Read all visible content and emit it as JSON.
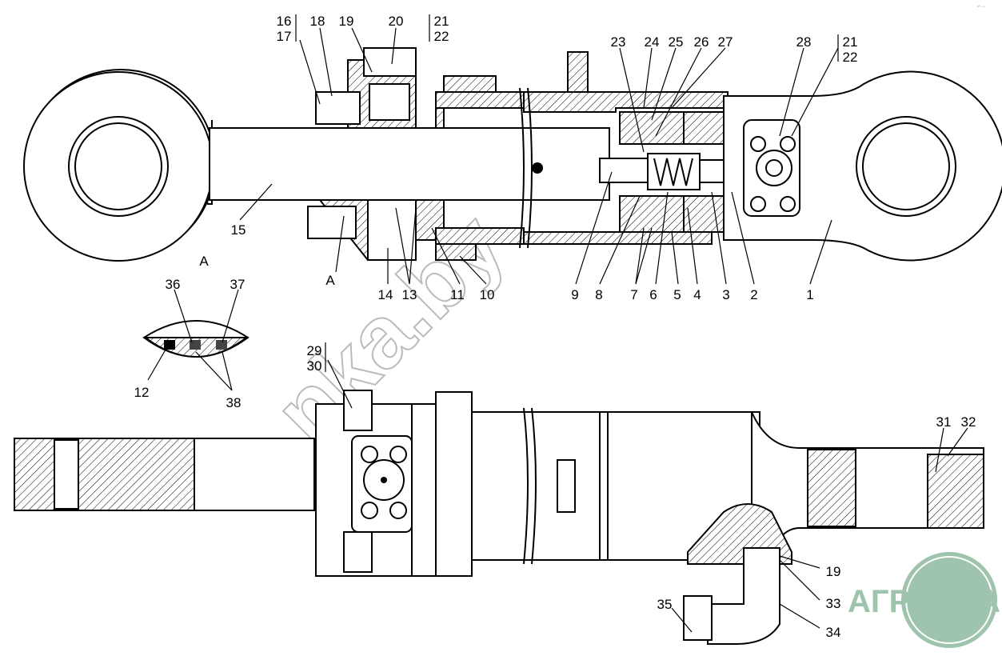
{
  "title": "Hydraulic cylinder assembly drawing",
  "corner_mark": "ᵊ⁰ ▫▫▫",
  "watermark": "nka.by",
  "logo": {
    "text": "АГРОНКА",
    "color": "#9fc4ad"
  },
  "colors": {
    "line": "#000000",
    "watermark": "#bbbbbb"
  },
  "labels": {
    "l16": "16",
    "l17": "17",
    "l18": "18",
    "l19a": "19",
    "l20": "20",
    "l21a": "21",
    "l22a": "22",
    "l23": "23",
    "l24": "24",
    "l25": "25",
    "l26": "26",
    "l27": "27",
    "l28": "28",
    "l21b": "21",
    "l22b": "22",
    "l15": "15",
    "lA1": "A",
    "lA2": "A",
    "l14": "14",
    "l13": "13",
    "l11": "11",
    "l10": "10",
    "l9": "9",
    "l8": "8",
    "l7": "7",
    "l6": "6",
    "l5": "5",
    "l4": "4",
    "l3": "3",
    "l2": "2",
    "l1": "1",
    "l36": "36",
    "l37": "37",
    "l12": "12",
    "l38": "38",
    "l29": "29",
    "l30": "30",
    "l31": "31",
    "l32": "32",
    "l19b": "19",
    "l33": "33",
    "l34": "34",
    "l35": "35"
  }
}
